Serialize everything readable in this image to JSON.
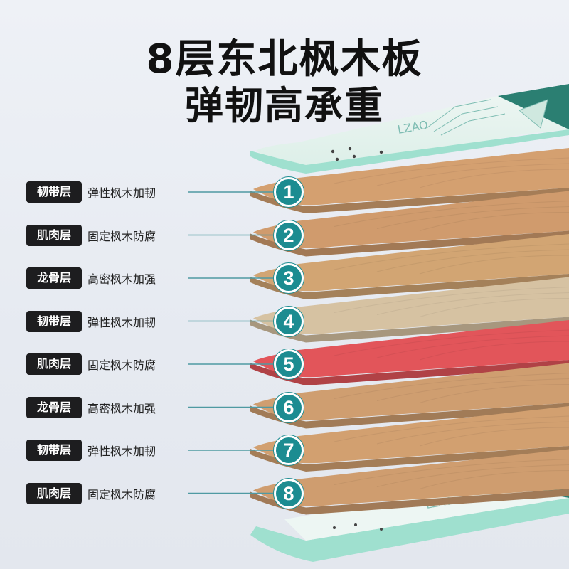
{
  "title_line1": "8层东北枫木板",
  "title_line2": "弹韧高承重",
  "layers": [
    {
      "number": "1",
      "tag": "韧带层",
      "desc": "弹性枫木加韧",
      "color": "#d4a070"
    },
    {
      "number": "2",
      "tag": "肌肉层",
      "desc": "固定枫木防腐",
      "color": "#d09b6d"
    },
    {
      "number": "3",
      "tag": "龙骨层",
      "desc": "高密枫木加强",
      "color": "#d2a573"
    },
    {
      "number": "4",
      "tag": "韧带层",
      "desc": "弹性枫木加韧",
      "color": "#d6c2a2"
    },
    {
      "number": "5",
      "tag": "肌肉层",
      "desc": "固定枫木防腐",
      "color": "#e2555a"
    },
    {
      "number": "6",
      "tag": "龙骨层",
      "desc": "高密枫木加强",
      "color": "#cf9e70"
    },
    {
      "number": "7",
      "tag": "韧带层",
      "desc": "弹性枫木加韧",
      "color": "#d2a070"
    },
    {
      "number": "8",
      "tag": "肌肉层",
      "desc": "固定枫木防腐",
      "color": "#cf9d6f"
    }
  ],
  "deck_print_text": "LZAO",
  "colors": {
    "accent": "#1c8c91",
    "mint": "#9fe0cf",
    "deck_dark": "#2b7f72"
  }
}
